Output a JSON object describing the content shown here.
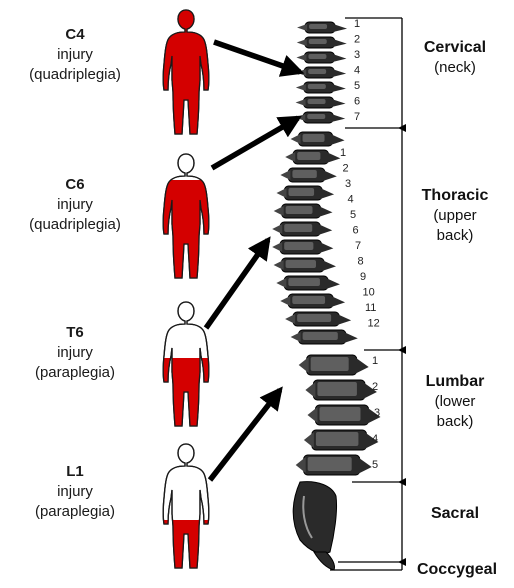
{
  "injuries": [
    {
      "level": "C4",
      "word": "injury",
      "type": "(quadriplegia)",
      "paralysis": "full"
    },
    {
      "level": "C6",
      "word": "injury",
      "type": "(quadriplegia)",
      "paralysis": "below-shoulders"
    },
    {
      "level": "T6",
      "word": "injury",
      "type": "(paraplegia)",
      "paralysis": "below-chest"
    },
    {
      "level": "L1",
      "word": "injury",
      "type": "(paraplegia)",
      "paralysis": "below-hips"
    }
  ],
  "regions": [
    {
      "name": "Cervical",
      "desc1": "(neck)",
      "desc2": ""
    },
    {
      "name": "Thoracic",
      "desc1": "(upper",
      "desc2": "back)"
    },
    {
      "name": "Lumbar",
      "desc1": "(lower",
      "desc2": "back)"
    },
    {
      "name": "Sacral",
      "desc1": "",
      "desc2": ""
    },
    {
      "name": "Coccygeal",
      "desc1": "",
      "desc2": ""
    }
  ],
  "vertebra_numbers": {
    "cervical": [
      "1",
      "2",
      "3",
      "4",
      "5",
      "6",
      "7"
    ],
    "thoracic": [
      "1",
      "2",
      "3",
      "4",
      "5",
      "6",
      "7",
      "8",
      "9",
      "10",
      "11",
      "12"
    ],
    "lumbar": [
      "1",
      "2",
      "3",
      "4",
      "5"
    ]
  },
  "colors": {
    "paralyzed": "#d40000",
    "outline": "#1a1a1a",
    "bone": "#2a2a2a"
  }
}
